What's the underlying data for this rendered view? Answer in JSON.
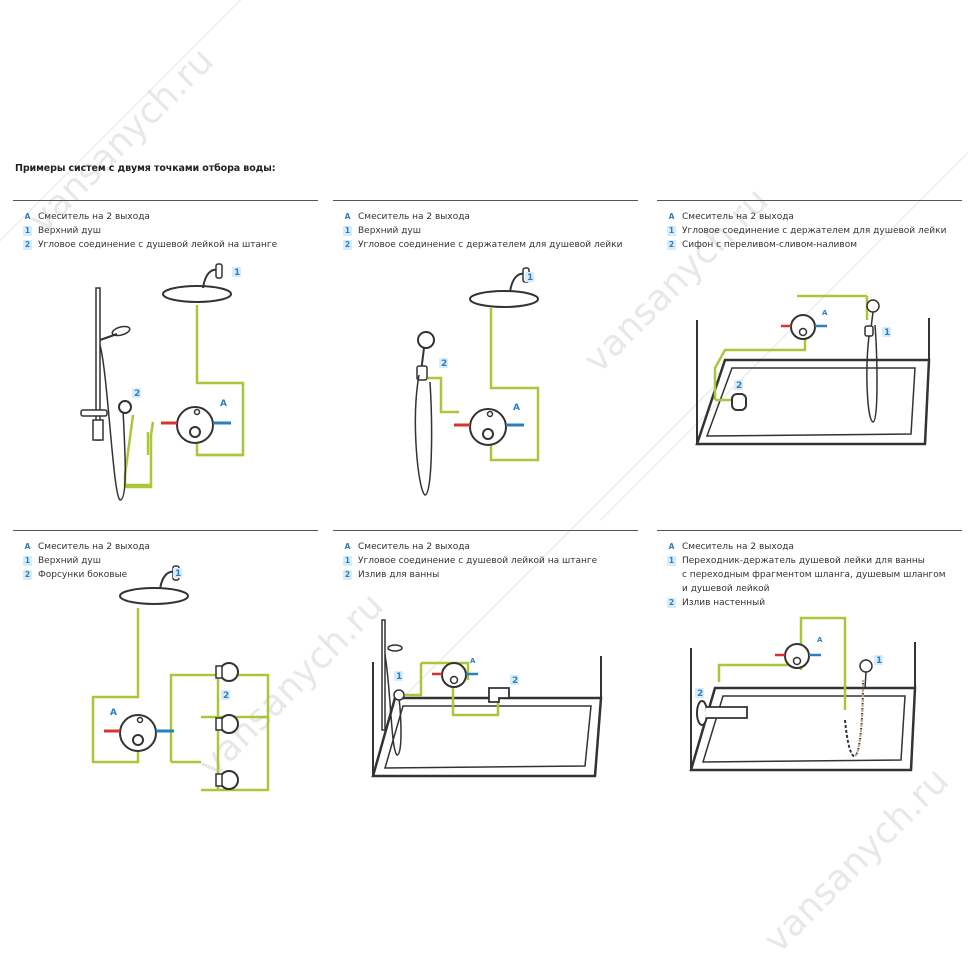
{
  "page_title": "Примеры систем с двумя точками отбора воды:",
  "watermark": "vansanych.ru",
  "colors": {
    "pipe": "#a8c83a",
    "hot": "#d9342b",
    "cold": "#2a7fc1",
    "tag_bg": "#d8ebf8",
    "line": "#333333"
  },
  "panels": [
    {
      "legend": [
        {
          "key": "A",
          "text": "Смеситель на 2 выхода"
        },
        {
          "key": "1",
          "text": "Верхний душ"
        },
        {
          "key": "2",
          "text": "Угловое соединение с душевой лейкой на штанге"
        }
      ]
    },
    {
      "legend": [
        {
          "key": "A",
          "text": "Смеситель на 2 выхода"
        },
        {
          "key": "1",
          "text": "Верхний душ"
        },
        {
          "key": "2",
          "text": "Угловое соединение с держателем для душевой лейки"
        }
      ]
    },
    {
      "legend": [
        {
          "key": "A",
          "text": "Смеситель на 2 выхода"
        },
        {
          "key": "1",
          "text": "Угловое соединение с держателем для душевой лейки"
        },
        {
          "key": "2",
          "text": "Сифон с переливом-сливом-наливом"
        }
      ]
    },
    {
      "legend": [
        {
          "key": "A",
          "text": "Смеситель на 2 выхода"
        },
        {
          "key": "1",
          "text": "Верхний душ"
        },
        {
          "key": "2",
          "text": "Форсунки боковые"
        }
      ]
    },
    {
      "legend": [
        {
          "key": "A",
          "text": "Смеситель на 2 выхода"
        },
        {
          "key": "1",
          "text": "Угловое соединение с душевой лейкой на штанге"
        },
        {
          "key": "2",
          "text": "Излив для ванны"
        }
      ]
    },
    {
      "legend": [
        {
          "key": "A",
          "text": "Смеситель на 2 выхода"
        },
        {
          "key": "1",
          "text": "Переходник-держатель душевой лейки для ванны\nс переходным фрагментом шланга, душевым шлангом\nи душевой лейкой"
        },
        {
          "key": "2",
          "text": "Излив настенный"
        }
      ]
    }
  ]
}
